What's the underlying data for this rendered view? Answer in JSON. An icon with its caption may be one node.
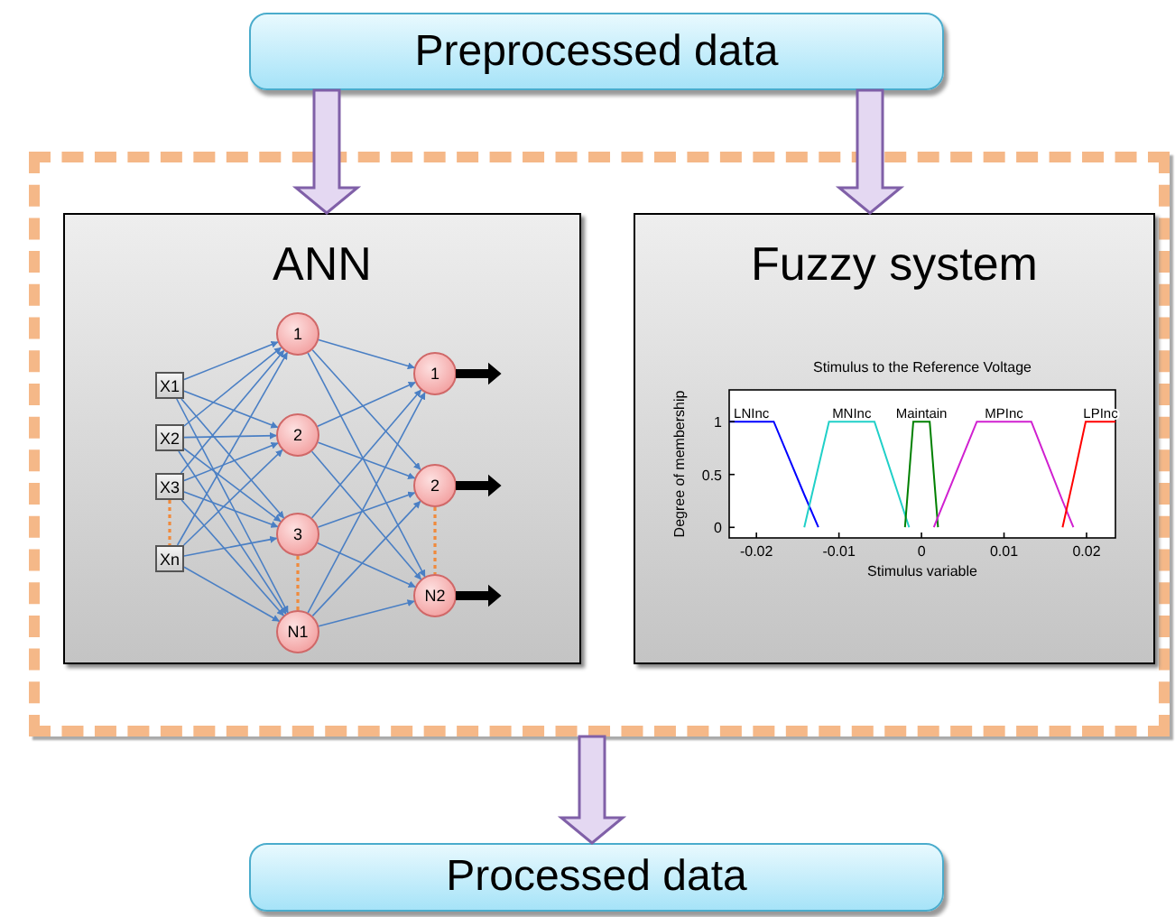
{
  "diagram": {
    "nodes": [
      {
        "text": [
          "Preprocessed data"
        ]
      },
      {
        "text": [],
        "shape": "box"
      },
      {
        "text": [
          "ANN"
        ],
        "in": 1
      },
      {
        "text": [
          "Fuzzy system"
        ],
        "in": 1
      },
      {
        "text": [
          "X1"
        ],
        "in": 2
      },
      {
        "text": [
          "X2"
        ],
        "in": 2
      },
      {
        "text": [
          "X3"
        ],
        "in": 2
      },
      {
        "text": [
          "Xn"
        ],
        "in": 2
      },
      {
        "text": [
          "1"
        ],
        "in": 2
      },
      {
        "text": [
          "2"
        ],
        "in": 2
      },
      {
        "text": [
          "3"
        ],
        "in": 2
      },
      {
        "text": [
          "N1"
        ],
        "in": 2
      },
      {
        "text": [
          "1"
        ],
        "in": 2
      },
      {
        "text": [
          "2"
        ],
        "in": 2
      },
      {
        "text": [
          "N2"
        ],
        "in": 2
      },
      {
        "text": [
          "Processed data"
        ]
      }
    ],
    "edges": [
      {
        "from": 0,
        "to": 2,
        "arrow": "to",
        "style": "thick",
        "color": "#8060a8"
      },
      {
        "from": 0,
        "to": 3,
        "arrow": "to",
        "style": "thick",
        "color": "#8060a8"
      },
      {
        "from": 1,
        "to": 15,
        "arrow": "to",
        "style": "thick",
        "color": "#8060a8"
      },
      {
        "from": 4,
        "to": 8,
        "arrow": "to"
      },
      {
        "from": 4,
        "to": 9,
        "arrow": "to"
      },
      {
        "from": 4,
        "to": 10,
        "arrow": "to"
      },
      {
        "from": 4,
        "to": 11,
        "arrow": "to"
      },
      {
        "from": 5,
        "to": 8,
        "arrow": "to"
      },
      {
        "from": 5,
        "to": 9,
        "arrow": "to"
      },
      {
        "from": 5,
        "to": 10,
        "arrow": "to"
      },
      {
        "from": 5,
        "to": 11,
        "arrow": "to"
      },
      {
        "from": 6,
        "to": 8,
        "arrow": "to"
      },
      {
        "from": 6,
        "to": 9,
        "arrow": "to"
      },
      {
        "from": 6,
        "to": 10,
        "arrow": "to"
      },
      {
        "from": 6,
        "to": 11,
        "arrow": "to"
      },
      {
        "from": 7,
        "to": 8,
        "arrow": "to"
      },
      {
        "from": 7,
        "to": 9,
        "arrow": "to"
      },
      {
        "from": 7,
        "to": 10,
        "arrow": "to"
      },
      {
        "from": 7,
        "to": 11,
        "arrow": "to"
      },
      {
        "from": 8,
        "to": 12,
        "arrow": "to"
      },
      {
        "from": 8,
        "to": 13,
        "arrow": "to"
      },
      {
        "from": 8,
        "to": 14,
        "arrow": "to"
      },
      {
        "from": 9,
        "to": 12,
        "arrow": "to"
      },
      {
        "from": 9,
        "to": 13,
        "arrow": "to"
      },
      {
        "from": 9,
        "to": 14,
        "arrow": "to"
      },
      {
        "from": 10,
        "to": 12,
        "arrow": "to"
      },
      {
        "from": 10,
        "to": 13,
        "arrow": "to"
      },
      {
        "from": 10,
        "to": 14,
        "arrow": "to"
      },
      {
        "from": 11,
        "to": 12,
        "arrow": "to"
      },
      {
        "from": 11,
        "to": 13,
        "arrow": "to"
      },
      {
        "from": 11,
        "to": 14,
        "arrow": "to"
      },
      {
        "from": 12,
        "to": null,
        "arrow": "to",
        "style": "thick",
        "color": "#000000"
      },
      {
        "from": 13,
        "to": null,
        "arrow": "to",
        "style": "thick",
        "color": "#000000"
      },
      {
        "from": 14,
        "to": null,
        "arrow": "to",
        "style": "thick",
        "color": "#000000"
      },
      {
        "from": 6,
        "to": 7,
        "arrow": "none",
        "style": "dashed",
        "color": "#f08a3c"
      },
      {
        "from": 10,
        "to": 11,
        "arrow": "none",
        "style": "dashed",
        "color": "#f08a3c"
      },
      {
        "from": 13,
        "to": 14,
        "arrow": "none",
        "style": "dashed",
        "color": "#f08a3c"
      }
    ],
    "chart_data": {
      "type": "line",
      "title": "Stimulus to the Reference Voltage",
      "xlabel": "Stimulus variable",
      "ylabel": "Degree of membership",
      "x": [
        -0.0233,
        -0.0179,
        -0.0142,
        -0.0125,
        -0.0112,
        -0.0057,
        -0.002,
        -0.0015,
        -0.001,
        0.001,
        0.0015,
        0.002,
        0.0067,
        0.0133,
        0.0171,
        0.0184,
        0.0199,
        0.0235
      ],
      "series": [
        {
          "name": "LNInc",
          "color": "#0000ff",
          "values": [
            1,
            1,
            0.31,
            0,
            null,
            null,
            null,
            null,
            null,
            null,
            null,
            null,
            null,
            null,
            null,
            null,
            null,
            null
          ]
        },
        {
          "name": "MNInc",
          "color": "#20d0c8",
          "values": [
            null,
            null,
            0,
            0.57,
            1,
            1,
            0.12,
            0,
            null,
            null,
            null,
            null,
            null,
            null,
            null,
            null,
            null,
            null
          ]
        },
        {
          "name": "Maintain",
          "color": "#008000",
          "values": [
            null,
            null,
            null,
            null,
            null,
            null,
            0,
            0.5,
            1,
            1,
            0.5,
            0,
            null,
            null,
            null,
            null,
            null,
            null
          ]
        },
        {
          "name": "MPInc",
          "color": "#d020d0",
          "values": [
            null,
            null,
            null,
            null,
            null,
            null,
            null,
            null,
            null,
            null,
            0,
            0.1,
            1,
            1,
            0.25,
            0,
            null,
            null
          ]
        },
        {
          "name": "LPInc",
          "color": "#ff0000",
          "values": [
            null,
            null,
            null,
            null,
            null,
            null,
            null,
            null,
            null,
            null,
            null,
            null,
            null,
            null,
            0,
            0.46,
            1,
            1
          ]
        }
      ],
      "xlim": [
        -0.0233,
        0.0235
      ],
      "ylim": [
        -0.1,
        1.3
      ],
      "xticks": [
        -0.02,
        -0.01,
        0,
        0.01,
        0.02
      ],
      "yticks": [
        0,
        0.5,
        1
      ]
    }
  }
}
